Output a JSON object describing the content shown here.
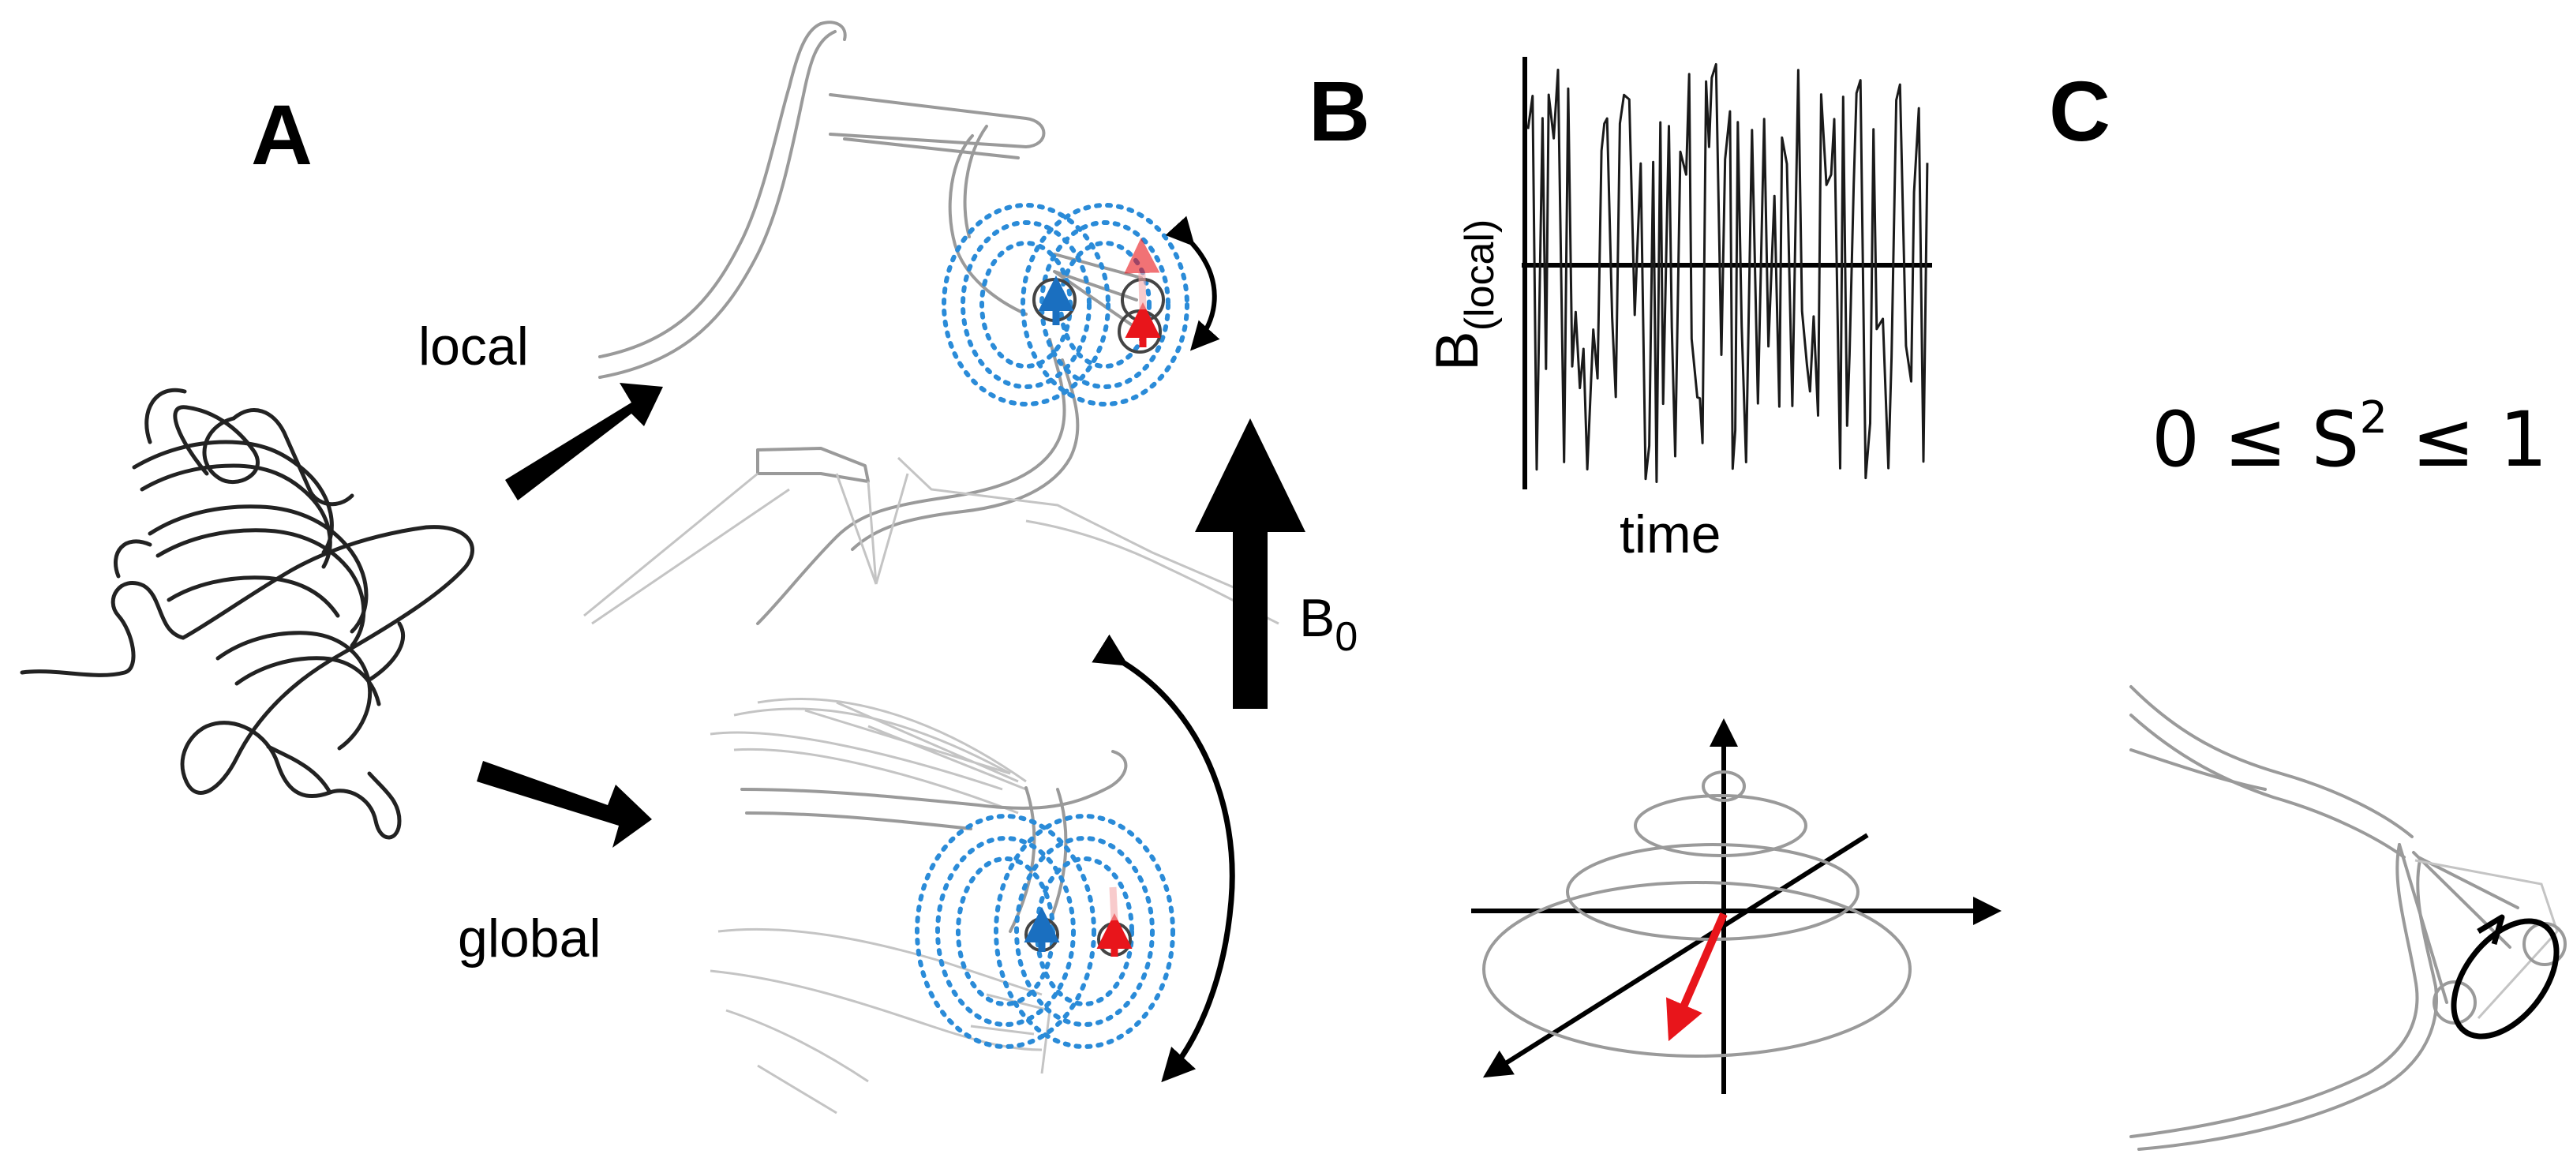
{
  "panels": {
    "a": {
      "letter": "A",
      "local_label": "local",
      "global_label": "global"
    },
    "b": {
      "letter": "B",
      "field_label": "B",
      "field_subscript": "0",
      "plot_ylabel": "B",
      "plot_ylabel_subscript": "(local)",
      "plot_xlabel": "time"
    },
    "c": {
      "letter": "C",
      "equation_left": "0 ≤ S",
      "equation_sup": "2",
      "equation_right": " ≤ 1"
    }
  },
  "colors": {
    "dipole": "#2a8bd8",
    "spin_arrow": "#e8151b",
    "structure": "#9a9a9a",
    "ink": "#000000"
  },
  "icons": [
    "protein-ribbon",
    "bond-vector-spin",
    "precession-cone"
  ]
}
